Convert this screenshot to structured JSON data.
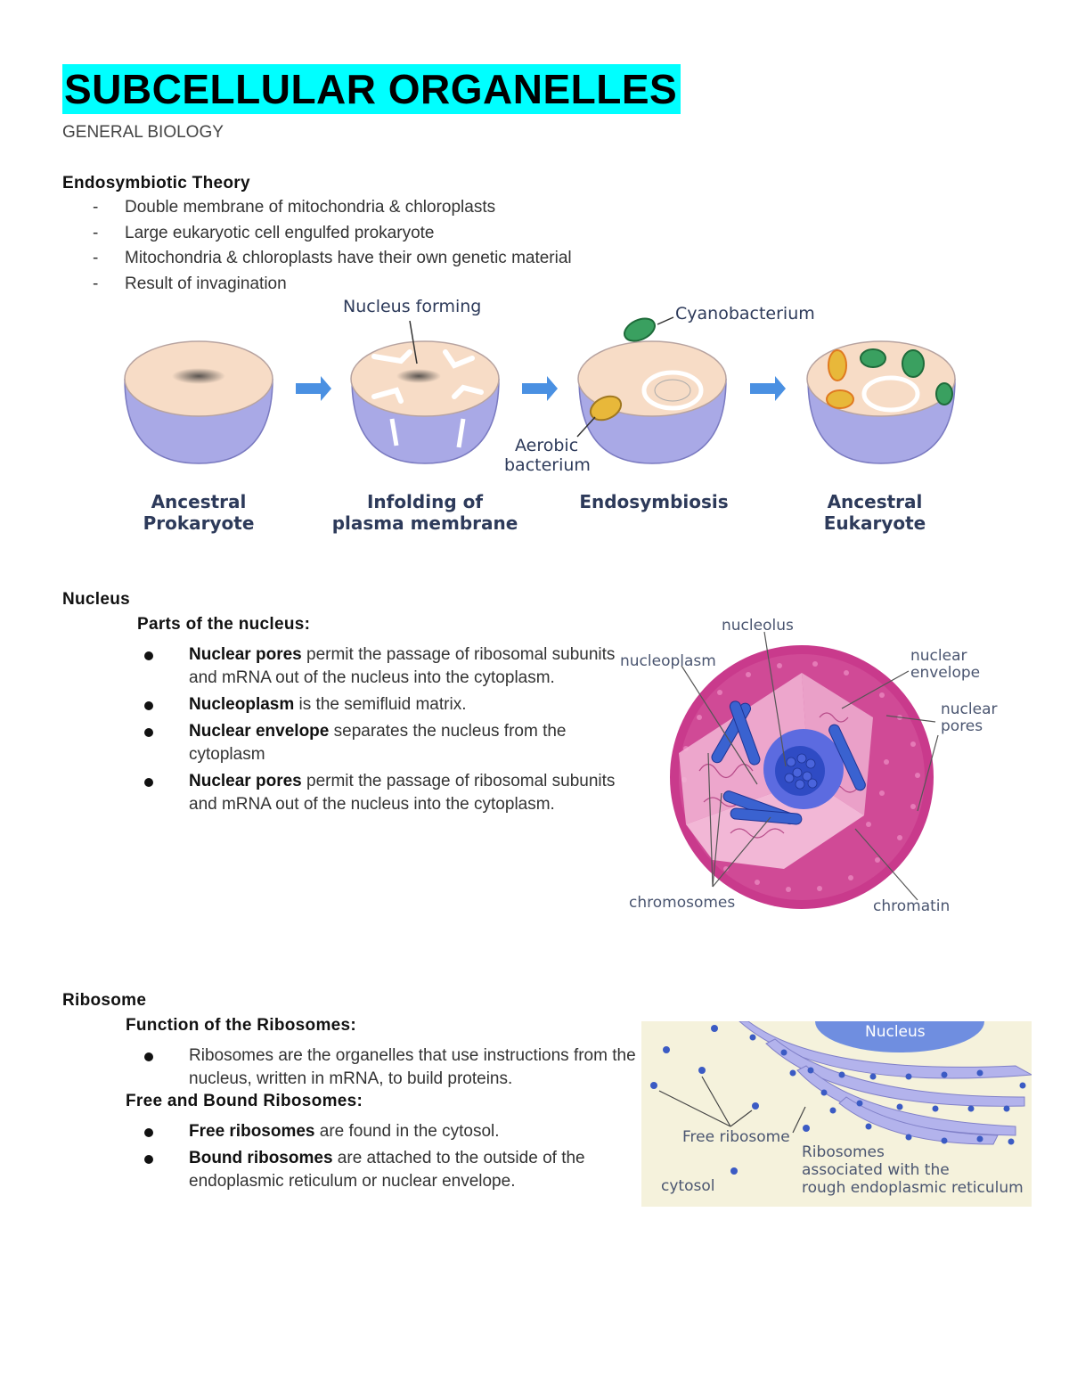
{
  "header": {
    "title": "SUBCELLULAR ORGANELLES",
    "subtitle": "GENERAL BIOLOGY"
  },
  "endosymbiotic": {
    "heading": "Endosymbiotic Theory",
    "items": [
      "Double membrane of mitochondria & chloroplasts",
      "Large eukaryotic cell engulfed prokaryote",
      "Mitochondria & chloroplasts have their own genetic material",
      "Result of invagination"
    ],
    "figure": {
      "label_nucleus_forming": "Nucleus forming",
      "label_cyanobacterium": "Cyanobacterium",
      "label_aerobic_1": "Aerobic",
      "label_aerobic_2": "bacterium",
      "captions": [
        [
          "Ancestral",
          "Prokaryote"
        ],
        [
          "Infolding of",
          "plasma membrane"
        ],
        [
          "Endosymbiosis",
          ""
        ],
        [
          "Ancestral",
          "Eukaryote"
        ]
      ]
    }
  },
  "nucleus": {
    "heading": "Nucleus",
    "subheading": "Parts of the nucleus:",
    "items": [
      {
        "term": "Nuclear pores",
        "text": " permit the passage of ribosomal subunits and mRNA out of the nucleus into the cytoplasm."
      },
      {
        "term": "Nucleoplasm",
        "text": " is the semifluid matrix."
      },
      {
        "term": "Nuclear envelope",
        "text": " separates the nucleus from the cytoplasm"
      },
      {
        "term": "Nuclear pores",
        "text": " permit the passage of ribosomal subunits and mRNA out of the nucleus into the cytoplasm."
      }
    ],
    "figure": {
      "nucleolus": "nucleolus",
      "nucleoplasm": "nucleoplasm",
      "nuclear_envelope_1": "nuclear",
      "nuclear_envelope_2": "envelope",
      "nuclear_pores_1": "nuclear",
      "nuclear_pores_2": "pores",
      "chromosomes": "chromosomes",
      "chromatin": "chromatin"
    }
  },
  "ribosome": {
    "heading": "Ribosome",
    "function_heading": "Function of the Ribosomes:",
    "function_items": [
      "Ribosomes are the organelles that use instructions from the nucleus, written in mRNA, to build proteins."
    ],
    "free_bound_heading": "Free and Bound Ribosomes:",
    "free_bound_items": [
      {
        "term": "Free ribosomes",
        "text": " are found in the cytosol."
      },
      {
        "term": "Bound ribosomes",
        "text": " are attached to the outside of the endoplasmic reticulum or nuclear envelope."
      }
    ],
    "figure": {
      "nucleus": "Nucleus",
      "free_ribosome": "Free ribosome",
      "cytosol": "cytosol",
      "assoc_1": "Ribosomes",
      "assoc_2": "associated with the",
      "assoc_3": "rough endoplasmic reticulum"
    }
  },
  "colors": {
    "title_highlight": "#00ffff",
    "membrane": "#a9a9e6",
    "cytoplasm": "#f7dcc6",
    "nucleus_pink": "#c93a8c",
    "ribosome_blue": "#3b5bc4"
  }
}
